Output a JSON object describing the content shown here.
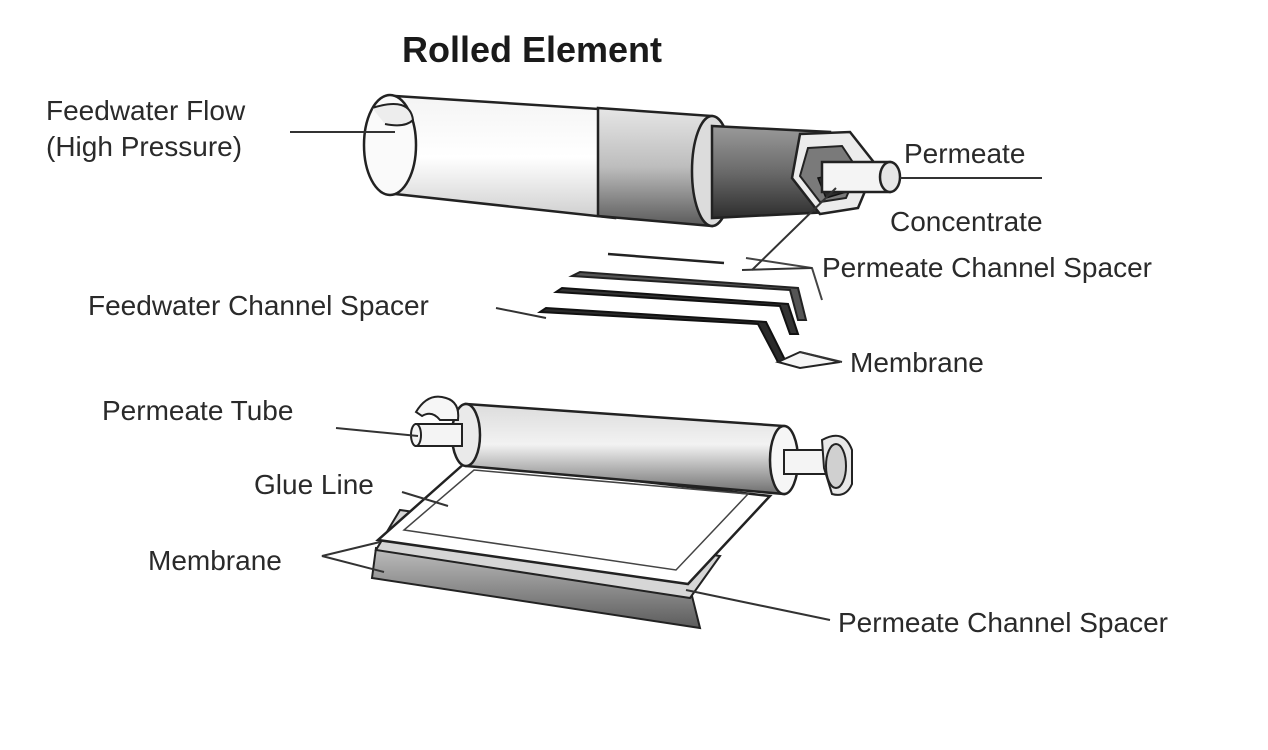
{
  "title": "Rolled Element",
  "labels": {
    "feedwater_flow_line1": "Feedwater Flow",
    "feedwater_flow_line2": "(High Pressure)",
    "permeate": "Permeate",
    "concentrate": "Concentrate",
    "permeate_channel_spacer_top": "Permeate Channel Spacer",
    "feedwater_channel_spacer": "Feedwater Channel Spacer",
    "membrane_top": "Membrane",
    "permeate_tube": "Permeate Tube",
    "glue_line": "Glue Line",
    "membrane_bottom": "Membrane",
    "permeate_channel_spacer_bottom": "Permeate Channel Spacer"
  }
}
